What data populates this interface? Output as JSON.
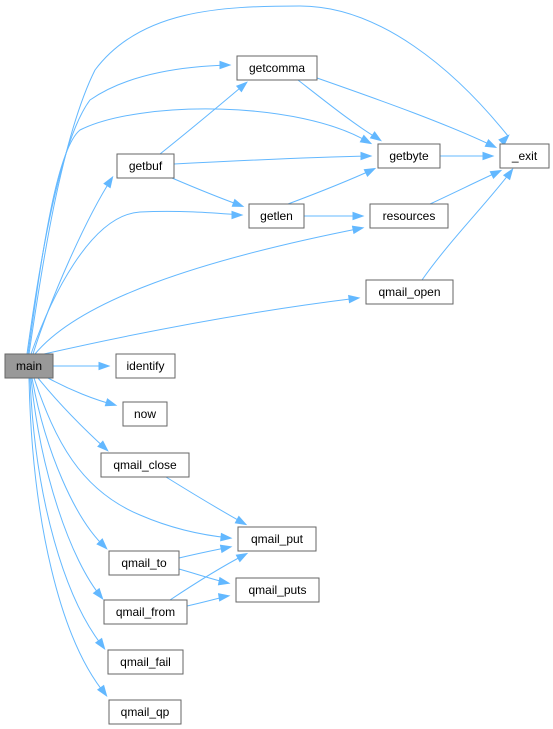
{
  "colors": {
    "edge": "#63b8ff",
    "node_fill": "#ffffff",
    "node_border": "#666666",
    "root_fill": "#999999"
  },
  "nodes": {
    "main": "main",
    "getbuf": "getbuf",
    "getcomma": "getcomma",
    "getbyte": "getbyte",
    "getlen": "getlen",
    "resources": "resources",
    "exit": "_exit",
    "qmail_open": "qmail_open",
    "identify": "identify",
    "now": "now",
    "qmail_close": "qmail_close",
    "qmail_put": "qmail_put",
    "qmail_to": "qmail_to",
    "qmail_from": "qmail_from",
    "qmail_puts": "qmail_puts",
    "qmail_fail": "qmail_fail",
    "qmail_qp": "qmail_qp"
  },
  "edges": [
    [
      "main",
      "exit"
    ],
    [
      "main",
      "getcomma"
    ],
    [
      "main",
      "getbyte"
    ],
    [
      "main",
      "getbuf"
    ],
    [
      "main",
      "getlen"
    ],
    [
      "main",
      "resources"
    ],
    [
      "main",
      "qmail_open"
    ],
    [
      "main",
      "identify"
    ],
    [
      "main",
      "now"
    ],
    [
      "main",
      "qmail_close"
    ],
    [
      "main",
      "qmail_put"
    ],
    [
      "main",
      "qmail_to"
    ],
    [
      "main",
      "qmail_from"
    ],
    [
      "main",
      "qmail_fail"
    ],
    [
      "main",
      "qmail_qp"
    ],
    [
      "getbuf",
      "getcomma"
    ],
    [
      "getbuf",
      "getbyte"
    ],
    [
      "getbuf",
      "getlen"
    ],
    [
      "getcomma",
      "getbyte"
    ],
    [
      "getcomma",
      "exit"
    ],
    [
      "getbyte",
      "exit"
    ],
    [
      "getlen",
      "getbyte"
    ],
    [
      "getlen",
      "resources"
    ],
    [
      "resources",
      "exit"
    ],
    [
      "qmail_open",
      "exit"
    ],
    [
      "qmail_close",
      "qmail_put"
    ],
    [
      "qmail_to",
      "qmail_put"
    ],
    [
      "qmail_to",
      "qmail_puts"
    ],
    [
      "qmail_from",
      "qmail_put"
    ],
    [
      "qmail_from",
      "qmail_puts"
    ]
  ]
}
